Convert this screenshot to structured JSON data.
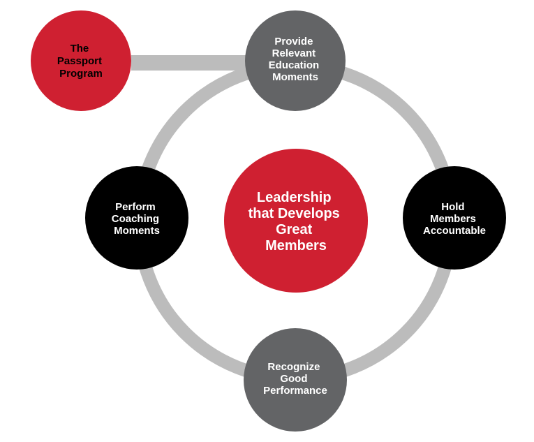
{
  "diagram": {
    "center": {
      "lines": [
        "Leadership",
        "that Develops",
        "Great",
        "Members"
      ]
    },
    "nodes": {
      "top": {
        "lines": [
          "Provide",
          "Relevant",
          "Education",
          "Moments"
        ]
      },
      "right": {
        "lines": [
          "Hold",
          "Members",
          "Accountable"
        ]
      },
      "bottom": {
        "lines": [
          "Recognize",
          "Good",
          "Performance"
        ]
      },
      "left": {
        "lines": [
          "Perform",
          "Coaching",
          "Moments"
        ]
      },
      "passport": {
        "lines": [
          "The",
          "Passport",
          "Program"
        ]
      }
    },
    "colors": {
      "red": "#cf2031",
      "dark_gray": "#636466",
      "black": "#000000",
      "ring": "#bcbcbc",
      "white_text": "#ffffff",
      "black_text": "#000000"
    }
  }
}
